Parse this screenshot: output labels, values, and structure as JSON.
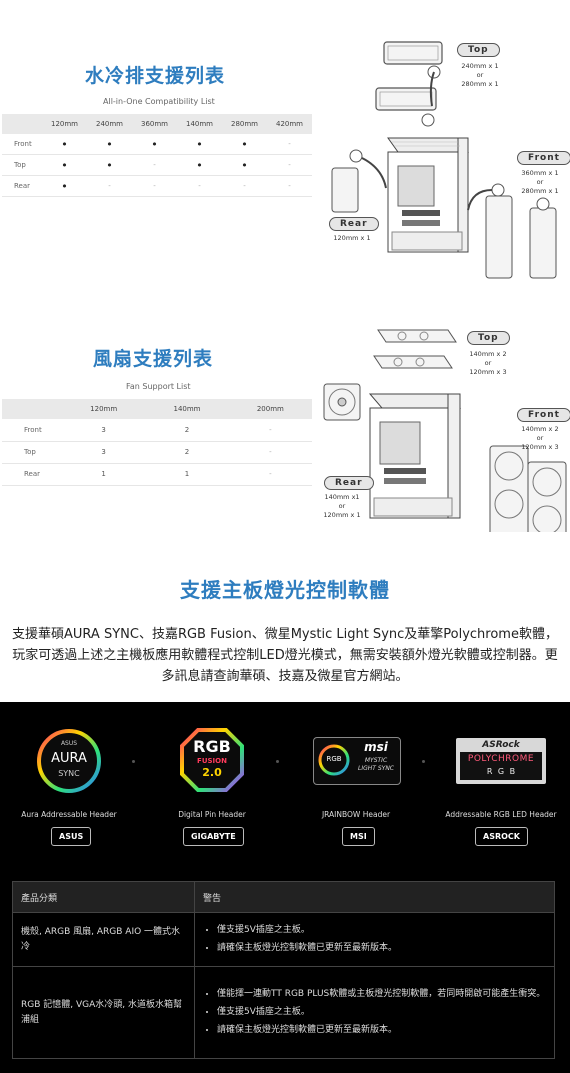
{
  "aio": {
    "title": "水冷排支援列表",
    "subtitle": "All-in-One Compatibility List",
    "columns": [
      "120mm",
      "240mm",
      "360mm",
      "140mm",
      "280mm",
      "420mm"
    ],
    "rows": [
      {
        "label": "Front",
        "cells": [
          "•",
          "•",
          "•",
          "•",
          "•",
          "-"
        ]
      },
      {
        "label": "Top",
        "cells": [
          "•",
          "•",
          "-",
          "•",
          "•",
          "-"
        ]
      },
      {
        "label": "Rear",
        "cells": [
          "•",
          "-",
          "-",
          "-",
          "-",
          "-"
        ]
      }
    ],
    "diagram": {
      "top_label": "Top",
      "top_note": [
        "240mm x 1",
        "or",
        "280mm x 1"
      ],
      "front_label": "Front",
      "front_note": [
        "360mm x 1",
        "or",
        "280mm x 1"
      ],
      "rear_label": "Rear",
      "rear_note": [
        "120mm x 1"
      ]
    }
  },
  "fan": {
    "title": "風扇支援列表",
    "subtitle": "Fan Support List",
    "columns": [
      "120mm",
      "140mm",
      "200mm"
    ],
    "rows": [
      {
        "label": "Front",
        "cells": [
          "3",
          "2",
          "-"
        ]
      },
      {
        "label": "Top",
        "cells": [
          "3",
          "2",
          "-"
        ]
      },
      {
        "label": "Rear",
        "cells": [
          "1",
          "1",
          "-"
        ]
      }
    ],
    "diagram": {
      "top_label": "Top",
      "top_note": [
        "140mm x 2",
        "or",
        "120mm x 3"
      ],
      "front_label": "Front",
      "front_note": [
        "140mm x 2",
        "or",
        "120mm x 3"
      ],
      "rear_label": "Rear",
      "rear_note": [
        "140mm x1",
        "or",
        "120mm x 1"
      ]
    }
  },
  "sync": {
    "heading": "支援主板燈光控制軟體",
    "paragraph": "支援華碩AURA SYNC、技嘉RGB Fusion、微星Mystic Light Sync及華擎Polychrome軟體，玩家可透過上述之主機板應用軟體程式控制LED燈光模式，無需安裝額外燈光軟體或控制器。更多訊息請查詢華碩、技嘉及微星官方網站。"
  },
  "logos": [
    {
      "logo_top": "ASUS",
      "logo_main": "AURA",
      "logo_sub": "SYNC",
      "caption": "Aura Addressable Header",
      "button": "ASUS"
    },
    {
      "logo_top": "RGB",
      "logo_main": "FUSION",
      "logo_sub": "2.0",
      "caption": "Digital Pin Header",
      "button": "GIGABYTE"
    },
    {
      "logo_top": "msi",
      "logo_main": "MYSTIC",
      "logo_sub": "LIGHT SYNC",
      "logo_badge": "RGB",
      "caption": "JRAINBOW Header",
      "button": "MSI"
    },
    {
      "logo_top": "ASRock",
      "logo_main": "POLYCHROME",
      "logo_sub": "R G B",
      "caption": "Addressable RGB LED Header",
      "button": "ASROCK"
    }
  ],
  "warnings": {
    "col1_header": "產品分類",
    "col2_header": "警告",
    "rows": [
      {
        "category": "機殼, ARGB 風扇, ARGB AIO 一體式水冷",
        "items": [
          "僅支援5V插座之主板。",
          "請確保主板燈光控制軟體已更新至最新版本。"
        ]
      },
      {
        "category": "RGB 記憶體, VGA水冷頭, 水道板水箱幫浦組",
        "items": [
          "僅能擇一連動TT RGB PLUS軟體或主板燈光控制軟體，若同時開啟可能產生衝突。",
          "僅支援5V插座之主板。",
          "請確保主板燈光控制軟體已更新至最新版本。"
        ]
      }
    ]
  },
  "colors": {
    "accent": "#2e7dbf",
    "dark_bg": "#000000"
  }
}
